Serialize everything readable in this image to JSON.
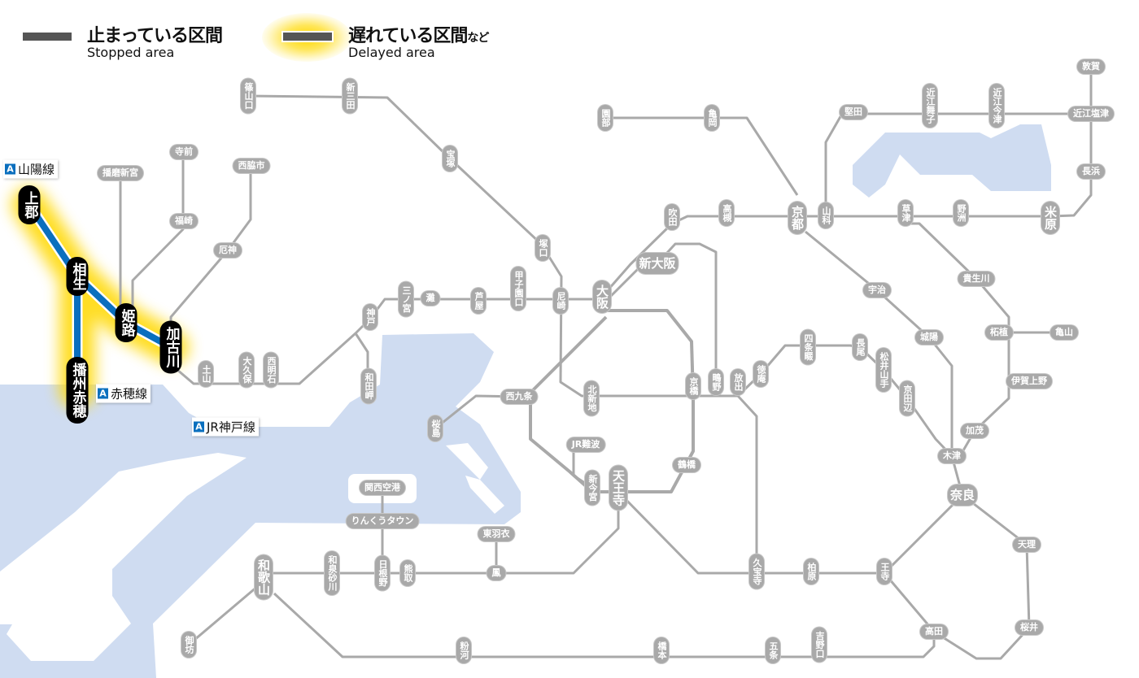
{
  "legend": {
    "stopped": {
      "label_jp": "止まっている区間",
      "label_en": "Stopped area"
    },
    "delayed": {
      "label_jp": "遅れている区間",
      "label_suffix": "など",
      "label_en": "Delayed area"
    }
  },
  "line_labels": [
    {
      "badge": "A",
      "name": "山陽線"
    },
    {
      "badge": "A",
      "name": "赤穂線"
    },
    {
      "badge": "A",
      "name": "JR神戸線"
    }
  ],
  "colors": {
    "delayed_line": "#0a6fbe",
    "glow": "#ffd800",
    "normal_line": "#a9a9a9",
    "water": "#cfdcf1",
    "stopped": "#555555"
  },
  "stations": [
    {
      "name": "上郡",
      "status": "delayed"
    },
    {
      "name": "相生",
      "status": "delayed"
    },
    {
      "name": "姫路",
      "status": "delayed"
    },
    {
      "name": "加古川",
      "status": "delayed"
    },
    {
      "name": "播州赤穂",
      "status": "delayed"
    },
    {
      "name": "篠山口",
      "status": "normal"
    },
    {
      "name": "新三田",
      "status": "normal"
    },
    {
      "name": "宝塚",
      "status": "normal"
    },
    {
      "name": "塚口",
      "status": "normal"
    },
    {
      "name": "尼崎",
      "status": "normal"
    },
    {
      "name": "甲子園口",
      "status": "normal"
    },
    {
      "name": "芦屋",
      "status": "normal"
    },
    {
      "name": "灘",
      "status": "normal"
    },
    {
      "name": "三ノ宮",
      "status": "normal"
    },
    {
      "name": "神戸",
      "status": "normal"
    },
    {
      "name": "和田岬",
      "status": "normal"
    },
    {
      "name": "西明石",
      "status": "normal"
    },
    {
      "name": "大久保",
      "status": "normal"
    },
    {
      "name": "土山",
      "status": "normal"
    },
    {
      "name": "寺前",
      "status": "normal"
    },
    {
      "name": "播磨新宮",
      "status": "normal"
    },
    {
      "name": "福崎",
      "status": "normal"
    },
    {
      "name": "西脇市",
      "status": "normal"
    },
    {
      "name": "厄神",
      "status": "normal"
    },
    {
      "name": "園部",
      "status": "normal"
    },
    {
      "name": "亀岡",
      "status": "normal"
    },
    {
      "name": "京都",
      "status": "normal"
    },
    {
      "name": "山科",
      "status": "normal"
    },
    {
      "name": "堅田",
      "status": "normal"
    },
    {
      "name": "近江舞子",
      "status": "normal"
    },
    {
      "name": "近江今津",
      "status": "normal"
    },
    {
      "name": "敦賀",
      "status": "normal"
    },
    {
      "name": "近江塩津",
      "status": "normal"
    },
    {
      "name": "長浜",
      "status": "normal"
    },
    {
      "name": "米原",
      "status": "normal"
    },
    {
      "name": "草津",
      "status": "normal"
    },
    {
      "name": "野洲",
      "status": "normal"
    },
    {
      "name": "吹田",
      "status": "normal"
    },
    {
      "name": "高槻",
      "status": "normal"
    },
    {
      "name": "新大阪",
      "status": "normal"
    },
    {
      "name": "大阪",
      "status": "normal"
    },
    {
      "name": "宇治",
      "status": "normal"
    },
    {
      "name": "貴生川",
      "status": "normal"
    },
    {
      "name": "城陽",
      "status": "normal"
    },
    {
      "name": "柘植",
      "status": "normal"
    },
    {
      "name": "亀山",
      "status": "normal"
    },
    {
      "name": "伊賀上野",
      "status": "normal"
    },
    {
      "name": "加茂",
      "status": "normal"
    },
    {
      "name": "木津",
      "status": "normal"
    },
    {
      "name": "奈良",
      "status": "normal"
    },
    {
      "name": "天理",
      "status": "normal"
    },
    {
      "name": "桜井",
      "status": "normal"
    },
    {
      "name": "高田",
      "status": "normal"
    },
    {
      "name": "王寺",
      "status": "normal"
    },
    {
      "name": "柏原",
      "status": "normal"
    },
    {
      "name": "久宝寺",
      "status": "normal"
    },
    {
      "name": "四条畷",
      "status": "normal"
    },
    {
      "name": "長尾",
      "status": "normal"
    },
    {
      "name": "松井山手",
      "status": "normal"
    },
    {
      "name": "京田辺",
      "status": "normal"
    },
    {
      "name": "徳庵",
      "status": "normal"
    },
    {
      "name": "放出",
      "status": "normal"
    },
    {
      "name": "鴫野",
      "status": "normal"
    },
    {
      "name": "京橋",
      "status": "normal"
    },
    {
      "name": "北新地",
      "status": "normal"
    },
    {
      "name": "西九条",
      "status": "normal"
    },
    {
      "name": "桜島",
      "status": "normal"
    },
    {
      "name": "鶴橋",
      "status": "normal"
    },
    {
      "name": "JR難波",
      "status": "normal"
    },
    {
      "name": "新今宮",
      "status": "normal"
    },
    {
      "name": "天王寺",
      "status": "normal"
    },
    {
      "name": "東羽衣",
      "status": "normal"
    },
    {
      "name": "鳳",
      "status": "normal"
    },
    {
      "name": "関西空港",
      "status": "normal"
    },
    {
      "name": "りんくうタウン",
      "status": "normal"
    },
    {
      "name": "日根野",
      "status": "normal"
    },
    {
      "name": "熊取",
      "status": "normal"
    },
    {
      "name": "和泉砂川",
      "status": "normal"
    },
    {
      "name": "和歌山",
      "status": "normal"
    },
    {
      "name": "御坊",
      "status": "normal"
    },
    {
      "name": "粉河",
      "status": "normal"
    },
    {
      "name": "橋本",
      "status": "normal"
    },
    {
      "name": "五条",
      "status": "normal"
    },
    {
      "name": "吉野口",
      "status": "normal"
    }
  ]
}
